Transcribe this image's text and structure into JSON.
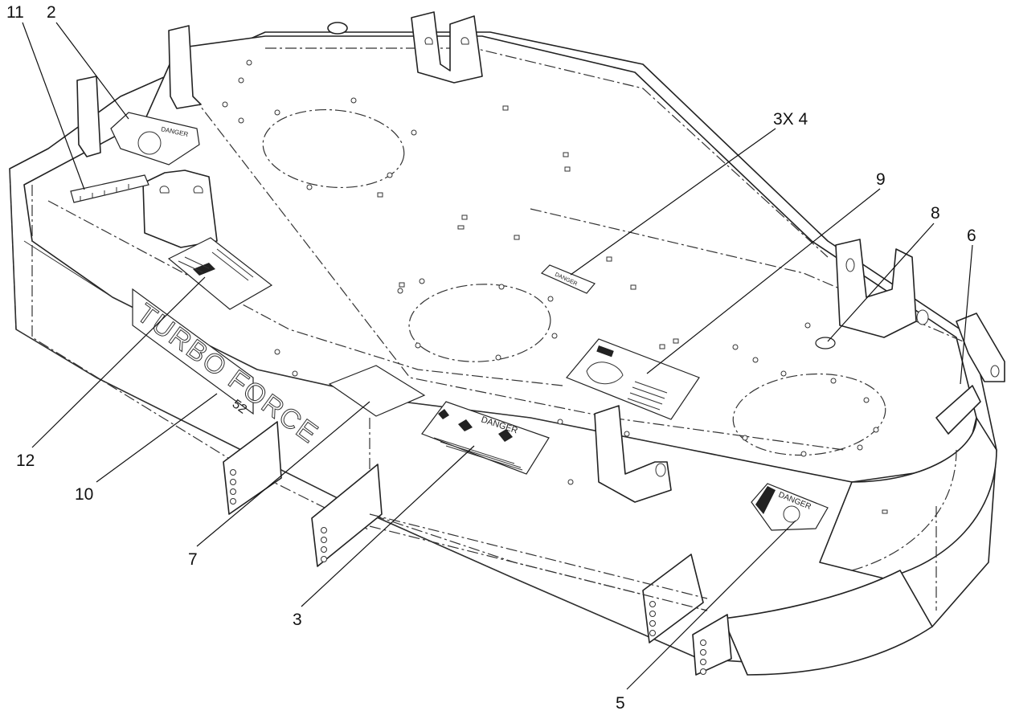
{
  "callouts": {
    "c11": "11",
    "c2": "2",
    "c3x4": "3X 4",
    "c9": "9",
    "c8": "8",
    "c6": "6",
    "c12": "12",
    "c10": "10",
    "c7": "7",
    "c3": "3",
    "c5": "5"
  },
  "decals": {
    "danger_small": "DANGER",
    "danger_main": "DANGER",
    "danger_corner": "DANGER",
    "danger_top": "DANGER"
  },
  "deck_brand": {
    "name": "TURBO FORCE",
    "size": "52"
  }
}
